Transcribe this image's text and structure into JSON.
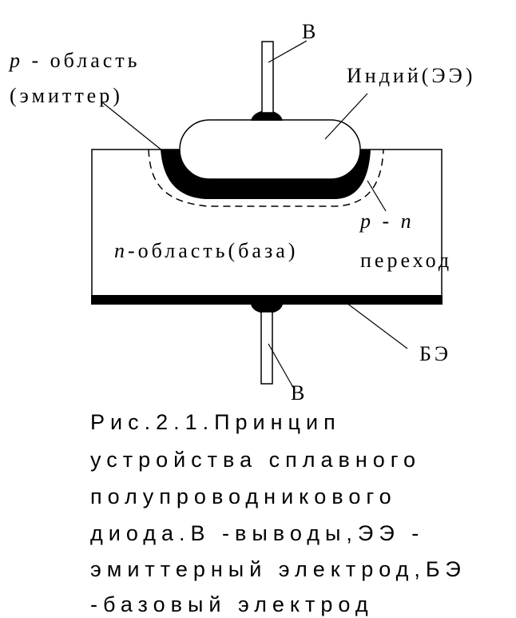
{
  "labels": {
    "lead_top": "B",
    "lead_bottom": "B",
    "p_region_sym": "p",
    "p_region_text": " - область",
    "p_region_paren": "(эмиттер)",
    "indium": "Индий(ЭЭ)",
    "pn_p": "p",
    "pn_dash": " - ",
    "pn_n": "n",
    "pn_word": "переход",
    "n_region_sym": "n",
    "n_region_text": "-область(база)",
    "base_electrode": "БЭ"
  },
  "caption": {
    "lines": [
      "Рис.2.1.Принцип",
      "устройства сплавного",
      "полупроводникового",
      "диода.В -выводы,ЭЭ -",
      "эмиттерный электрод,БЭ",
      "-базовый электрод"
    ]
  },
  "colors": {
    "ink": "#000000",
    "background": "#ffffff"
  }
}
